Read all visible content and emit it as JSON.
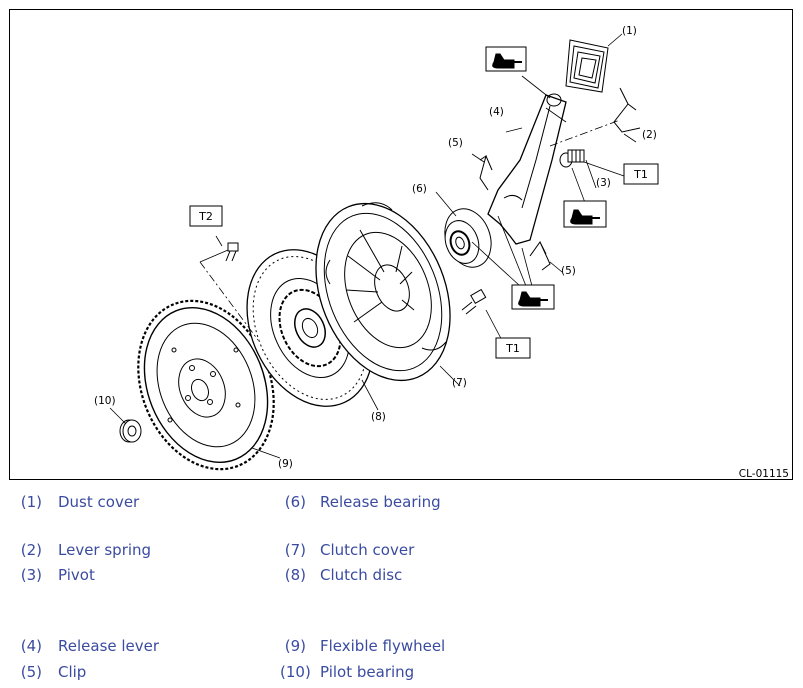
{
  "figure": {
    "code": "CL-01115",
    "callouts": [
      "(1)",
      "(2)",
      "(3)",
      "(4)",
      "(5)",
      "(5)",
      "(6)",
      "(7)",
      "(8)",
      "(9)",
      "(10)"
    ],
    "torque_labels": [
      "T1",
      "T1",
      "T2"
    ],
    "grease_icons": [
      "grease-tube-icon",
      "grease-tube-icon",
      "grease-tube-icon"
    ]
  },
  "legend": [
    {
      "num": "(1)",
      "label": "Dust cover"
    },
    {
      "num": "(6)",
      "label": "Release bearing"
    },
    {
      "num": "(2)",
      "label": "Lever spring"
    },
    {
      "num": "(7)",
      "label": "Clutch cover"
    },
    {
      "num": "(3)",
      "label": "Pivot"
    },
    {
      "num": "(8)",
      "label": "Clutch disc"
    },
    {
      "num": "(4)",
      "label": "Release lever"
    },
    {
      "num": "(9)",
      "label": "Flexible flywheel"
    },
    {
      "num": "(5)",
      "label": "Clip"
    },
    {
      "num": "(10)",
      "label": "Pilot bearing"
    }
  ],
  "colors": {
    "legend_text": "#3a4ba0",
    "line": "#000000"
  }
}
